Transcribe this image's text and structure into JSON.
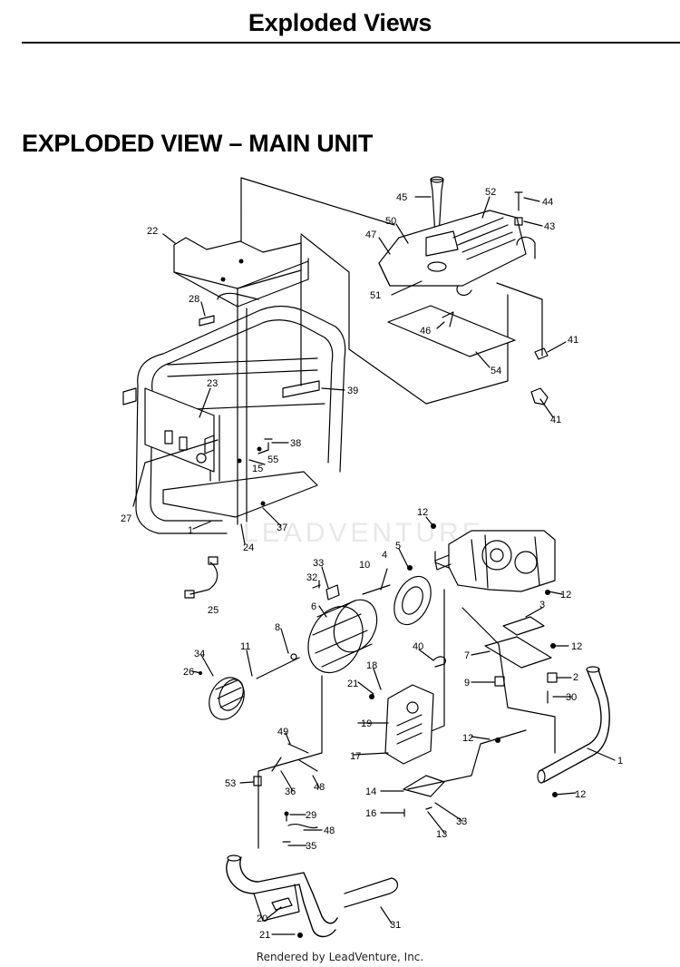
{
  "header": {
    "title": "Exploded Views"
  },
  "section": {
    "title": "EXPLODED VIEW – MAIN UNIT"
  },
  "watermark": {
    "text": "LEADVENTURE"
  },
  "footer": {
    "text": "Rendered by LeadVenture, Inc."
  },
  "callouts": [
    "22",
    "28",
    "23",
    "27",
    "1",
    "24",
    "37",
    "15",
    "55",
    "38",
    "39",
    "45",
    "52",
    "44",
    "43",
    "50",
    "47",
    "51",
    "46",
    "54",
    "41",
    "41",
    "12",
    "5",
    "4",
    "10",
    "33",
    "32",
    "6",
    "3",
    "12",
    "25",
    "8",
    "11",
    "34",
    "26",
    "40",
    "18",
    "21",
    "7",
    "12",
    "9",
    "2",
    "30",
    "19",
    "17",
    "12",
    "1",
    "14",
    "16",
    "13",
    "33",
    "12",
    "49",
    "53",
    "36",
    "48",
    "29",
    "48",
    "35",
    "20",
    "21",
    "31"
  ]
}
